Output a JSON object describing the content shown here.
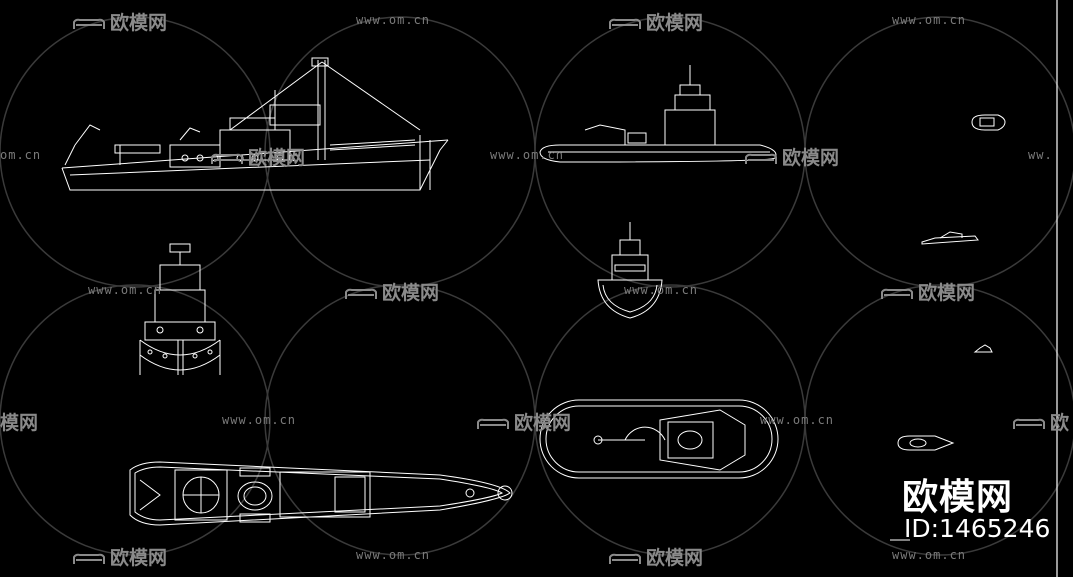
{
  "watermark": {
    "url": "www.om.cn",
    "url_cut_left": "om.cn",
    "url_cut_right": "ww.",
    "brand": "欧模网",
    "brand_cut": "模网",
    "brand_cut_right": "欧"
  },
  "branding": {
    "title": "欧模网",
    "id_label": "ID:1465246"
  },
  "colors": {
    "background": "#000000",
    "lines": "#ffffff",
    "watermark": "#7a7a7a"
  }
}
